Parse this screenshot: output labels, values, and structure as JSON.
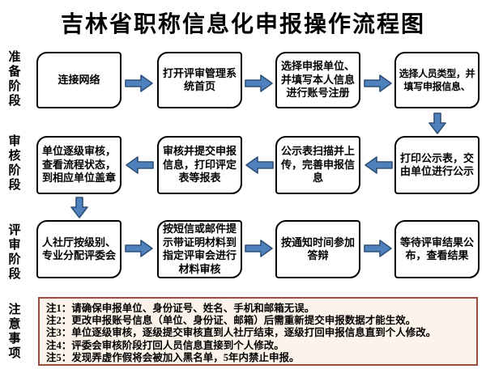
{
  "title": "吉林省职称信息化申报操作流程图",
  "colors": {
    "arrow_fill": "#4F81BD",
    "arrow_stroke": "#2E5077",
    "box_border": "#000000",
    "notes_border": "#9E4B41",
    "notes_bg": "#FCF4EA"
  },
  "stages": {
    "prepare": "准备阶段",
    "review": "审核阶段",
    "evaluate": "评审阶段",
    "notes": "注意事项"
  },
  "flow": {
    "row1": [
      "连接网络",
      "打开评审管理系统首页",
      "选择申报单位、并填写本人信息进行账号注册",
      "选择人员类型，并填写申报信息、"
    ],
    "row2": [
      "单位逐级审核，查看流程状态，到相应单位盖章",
      "审核并提交申报信息，打印评定表等报表",
      "公示表扫描并上传，完善申报信息",
      "打印公示表，交由单位进行公示"
    ],
    "row3": [
      "人社厅按级别、专业分配评委会",
      "按短信或邮件提示带证明材料到指定评审会进行材料审核",
      "按通知时间参加答辩",
      "等待评审结果公布，查看结果"
    ]
  },
  "notes": [
    "注1：请确保申报单位、身份证号、姓名、手机和邮箱无误。",
    "注2：更改申报账号信息（单位、身份证、邮箱）后需重新提交申报数据才能生效。",
    "注3：单位逐级审核，逐级提交审核直到人社厅结束，逐级打回申报信息直到个人修改。",
    "注4：评委会审核阶段打回人员信息直接到个人修改。",
    "注5：发现弄虚作假将会被加入黑名单，5年内禁止申报。"
  ]
}
